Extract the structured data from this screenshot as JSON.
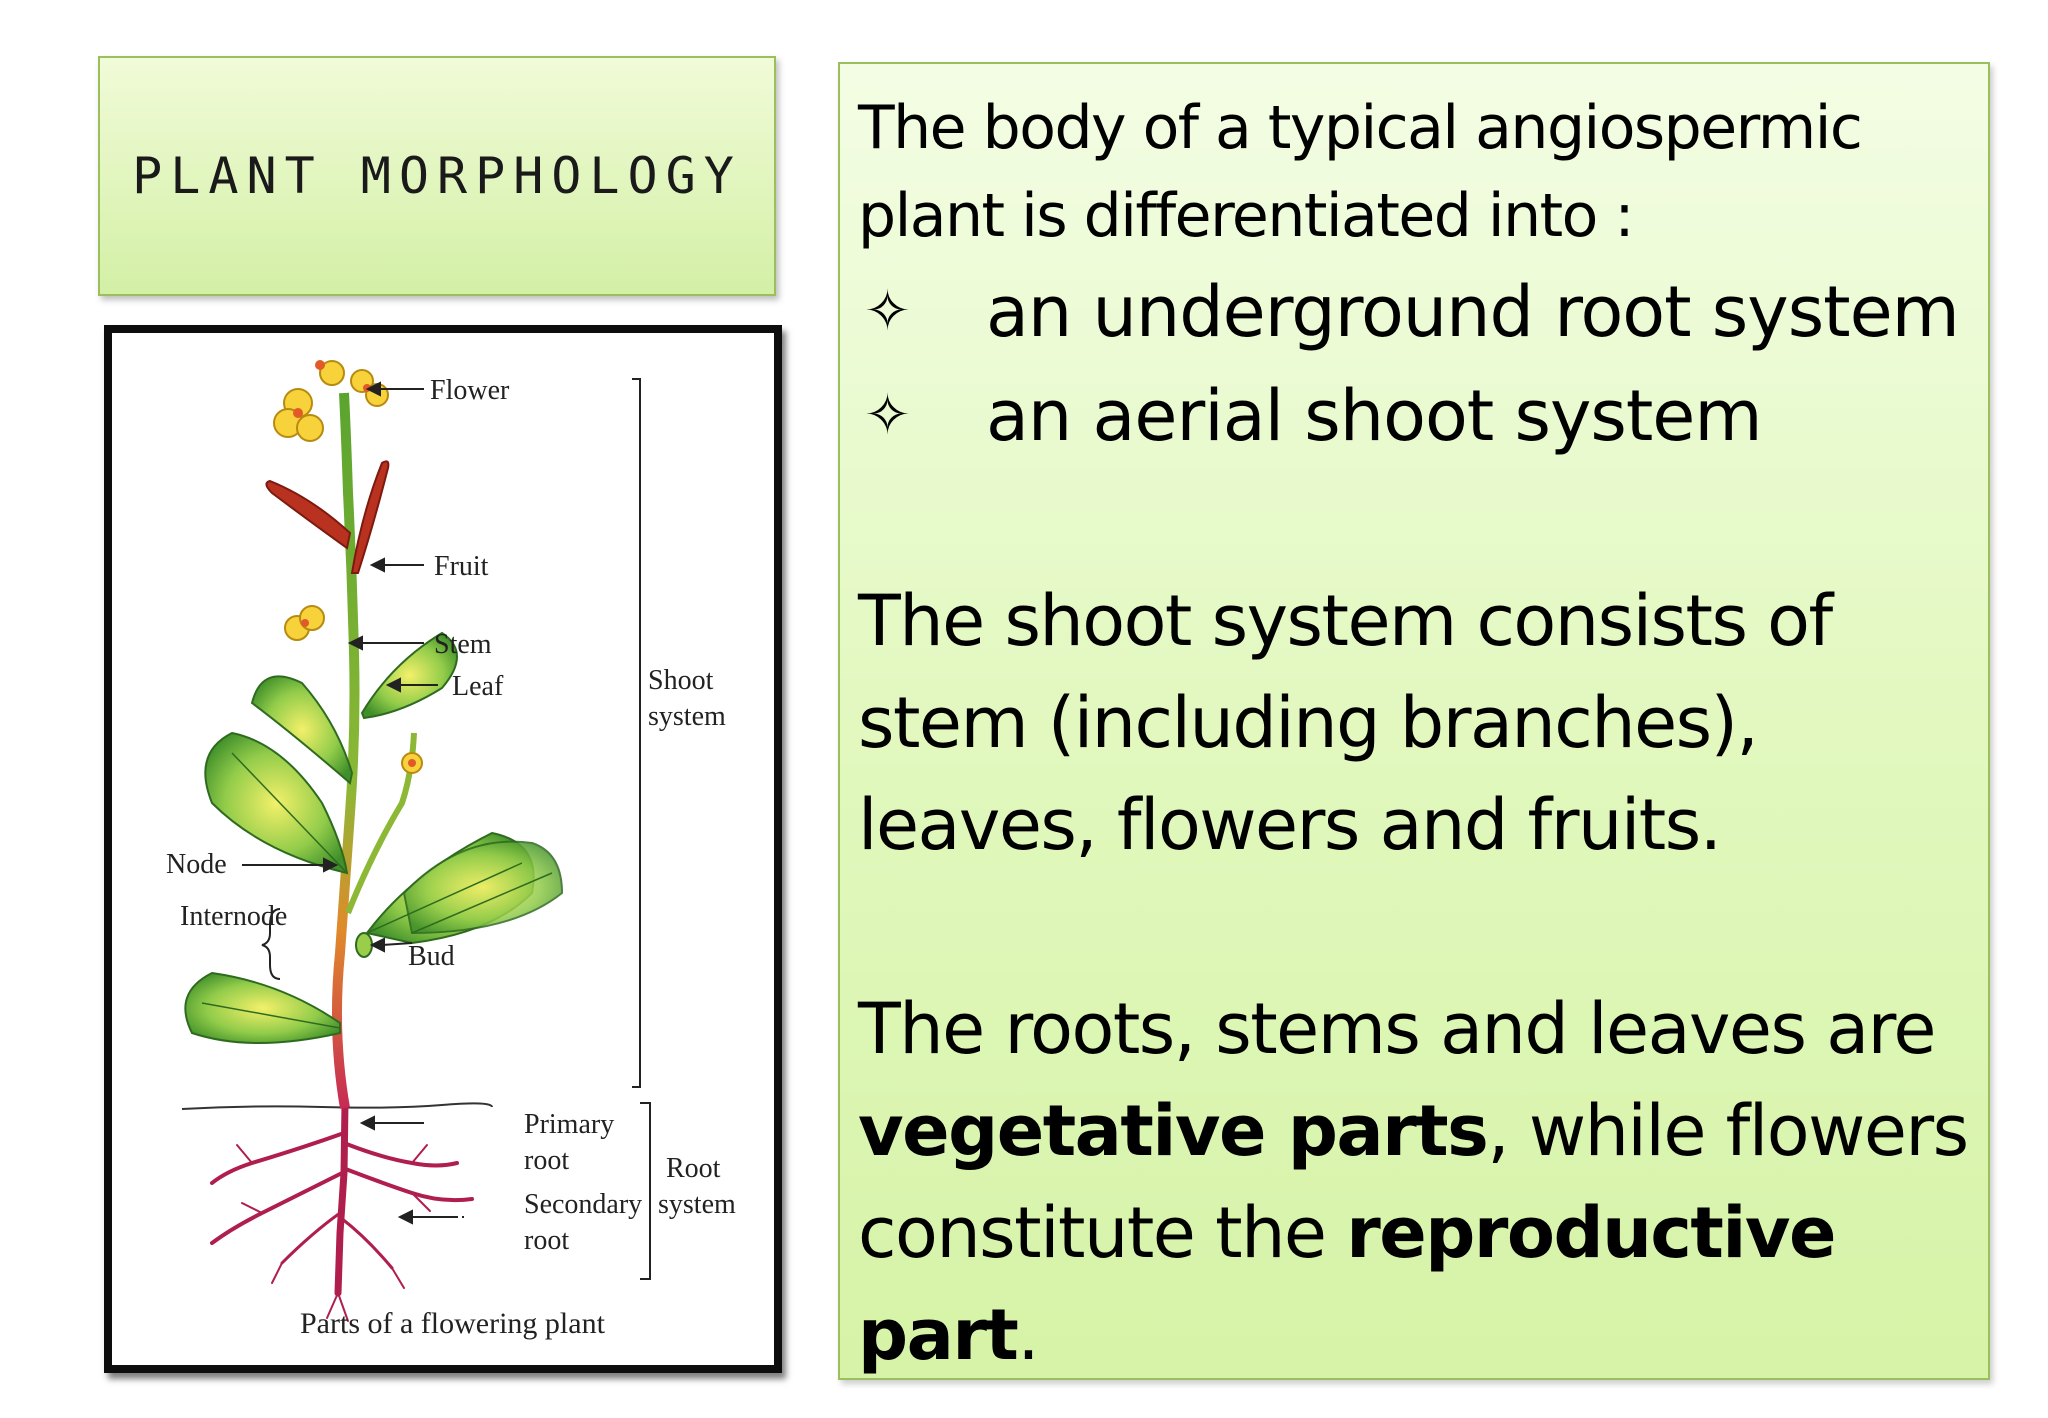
{
  "title": "PLANT MORPHOLOGY",
  "figure": {
    "caption": "Parts of a flowering plant",
    "labels": {
      "flower": "Flower",
      "fruit": "Fruit",
      "stem": "Stem",
      "leaf": "Leaf",
      "shoot_system_1": "Shoot",
      "shoot_system_2": "system",
      "node": "Node",
      "internode": "Internode",
      "bud": "Bud",
      "primary_root_1": "Primary",
      "primary_root_2": "root",
      "secondary_root_1": "Secondary",
      "secondary_root_2": "root",
      "root_system_1": "Root",
      "root_system_2": "system"
    }
  },
  "content": {
    "intro": "The body of a typical angiospermic plant is differentiated into :",
    "bullets": [
      "an underground root system",
      "an aerial shoot system"
    ],
    "bullet_icon": "four-point-star-icon",
    "shoot_paragraph": "The shoot system consists of stem (including branches), leaves, flowers and fruits.",
    "parts_paragraph": {
      "t1": "The roots, stems and leaves are ",
      "b1": "vegetative parts",
      "t2": ", while flowers constitute the ",
      "b2": "reproductive part",
      "t3": "."
    }
  },
  "colors": {
    "box_green_light": "#f1fbd8",
    "box_green": "#d3f0a6",
    "box_border": "#9bbf5c",
    "leaf_green": "#7cc242",
    "petal_yellow": "#f7d23a",
    "fruit_red": "#b8321f",
    "root_red": "#b01e4e"
  }
}
